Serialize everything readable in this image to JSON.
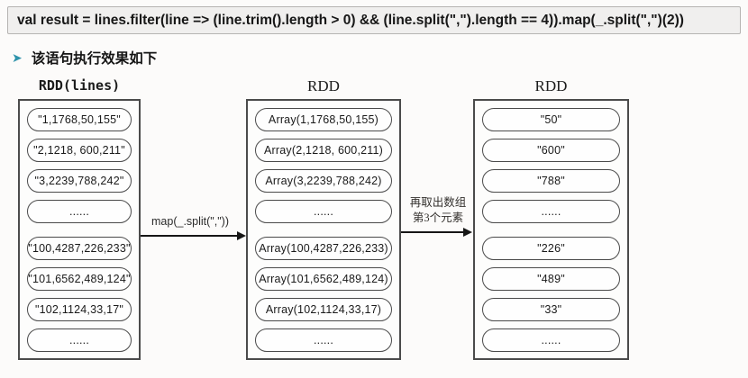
{
  "code_line": "val result = lines.filter(line => (line.trim().length > 0) && (line.split(\",\").length == 4)).map(_.split(\",\")(2))",
  "heading": {
    "bullet_glyph": "➤",
    "bullet_color": "#2e93ab",
    "text": "该语句执行效果如下"
  },
  "columns": [
    {
      "title": "RDD(lines)",
      "items": [
        "\"1,1768,50,155\"",
        "\"2,1218, 600,211\"",
        "\"3,2239,788,242\"",
        "......",
        "\"100,4287,226,233\"",
        "\"101,6562,489,124\"",
        "\"102,1124,33,17\"",
        "......"
      ]
    },
    {
      "title": "RDD",
      "items": [
        "Array(1,1768,50,155)",
        "Array(2,1218, 600,211)",
        "Array(3,2239,788,242)",
        "......",
        "Array(100,4287,226,233)",
        "Array(101,6562,489,124)",
        "Array(102,1124,33,17)",
        "......"
      ]
    },
    {
      "title": "RDD",
      "items": [
        "\"50\"",
        "\"600\"",
        "\"788\"",
        "......",
        "\"226\"",
        "\"489\"",
        "\"33\"",
        "......"
      ]
    }
  ],
  "arrows": [
    {
      "label": "map(_.split(\",\"))"
    },
    {
      "label_line1": "再取出数组",
      "label_line2": "第3个元素"
    }
  ]
}
